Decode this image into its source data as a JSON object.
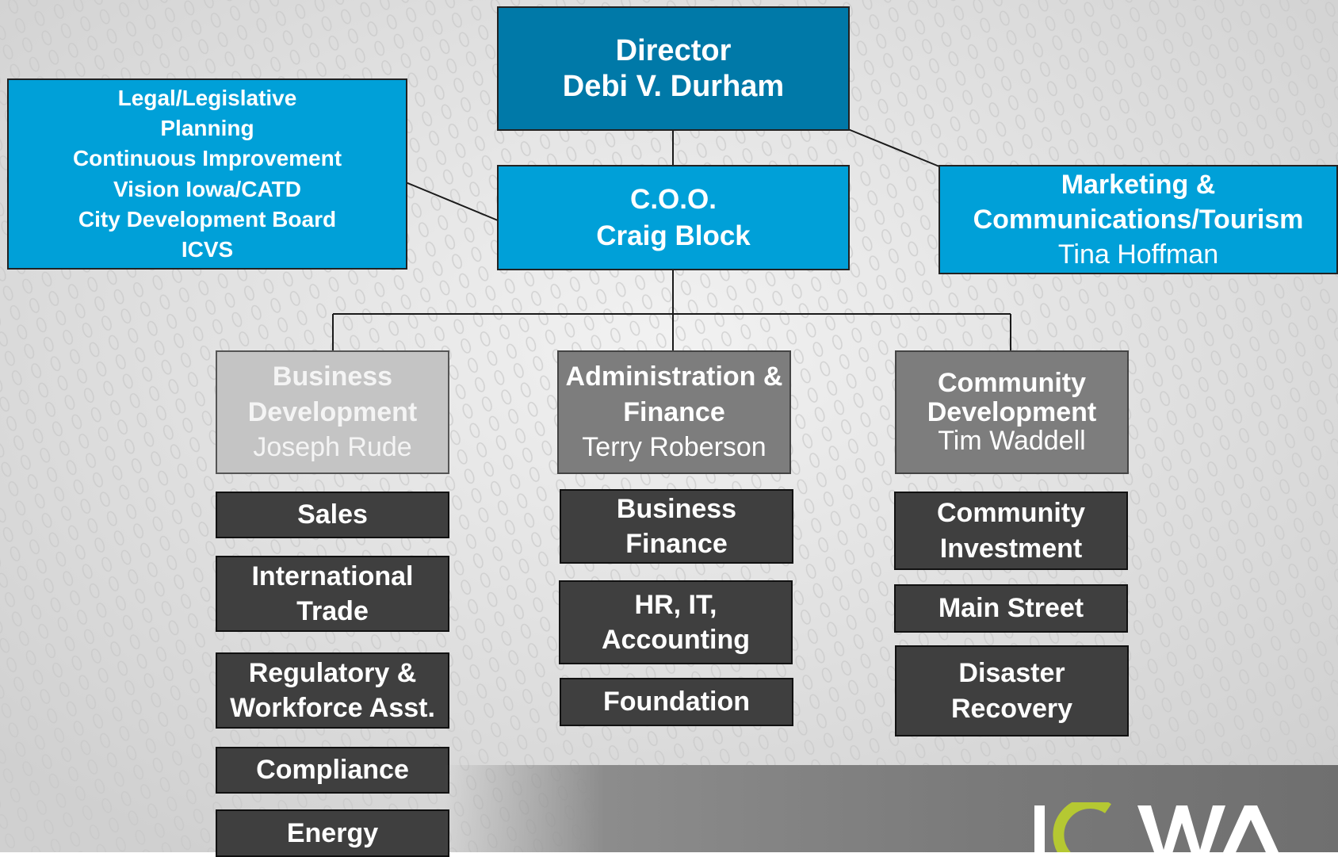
{
  "director": {
    "title": "Director",
    "name": "Debi V. Durham"
  },
  "coo": {
    "title": "C.O.O.",
    "name": "Craig Block"
  },
  "left_box": {
    "lines": [
      "Legal/Legislative",
      "Planning",
      "Continuous Improvement",
      "Vision Iowa/CATD",
      "City Development Board",
      "ICVS"
    ]
  },
  "marketing": {
    "line1": "Marketing &",
    "line2": "Communications/Tourism",
    "name": "Tina Hoffman"
  },
  "divisions": [
    {
      "title1": "Business",
      "title2": "Development",
      "name": "Joseph Rude",
      "units": [
        [
          "Sales"
        ],
        [
          "International",
          "Trade"
        ],
        [
          "Regulatory &",
          "Workforce Asst."
        ],
        [
          "Compliance"
        ],
        [
          "Energy"
        ]
      ]
    },
    {
      "title1": "Administration &",
      "title2": "Finance",
      "name": "Terry Roberson",
      "units": [
        [
          "Business",
          "Finance"
        ],
        [
          "HR, IT,",
          "Accounting"
        ],
        [
          "Foundation"
        ]
      ]
    },
    {
      "title1": "Community",
      "title2": "Development",
      "name": "Tim Waddell",
      "units": [
        [
          "Community",
          "Investment"
        ],
        [
          "Main Street"
        ],
        [
          "Disaster",
          "Recovery"
        ]
      ]
    }
  ],
  "logo": {
    "text": "IOWA",
    "colors": {
      "letters": "#ffffff",
      "accent": "#b5c832"
    }
  }
}
